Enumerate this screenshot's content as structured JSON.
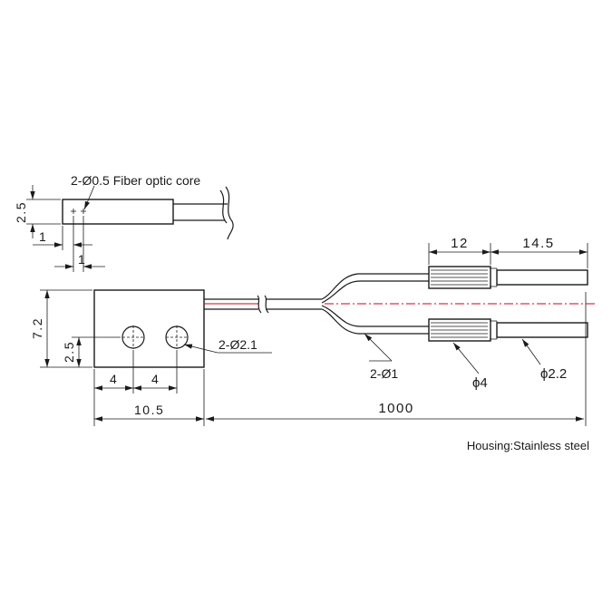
{
  "labels": {
    "fiber_core": "2-Ø0.5 Fiber optic core",
    "mount_holes": "2-Ø2.1",
    "fiber_count": "2-Ø1",
    "sleeve_dia": "ϕ4",
    "tip_dia": "ϕ2.2",
    "housing": "Housing:Stainless steel"
  },
  "dimensions": {
    "side_height": "2.5",
    "core_offset": "1",
    "core_offset_2": "1",
    "body_height": "7.2",
    "hole_height": "2.5",
    "hole_pitch_1": "4",
    "hole_pitch_2": "4",
    "body_width": "10.5",
    "cable_length": "1000",
    "sleeve_length": "12",
    "tip_length": "14.5"
  },
  "colors": {
    "line": "#1a1a1a",
    "centerline": "#d0021b"
  }
}
